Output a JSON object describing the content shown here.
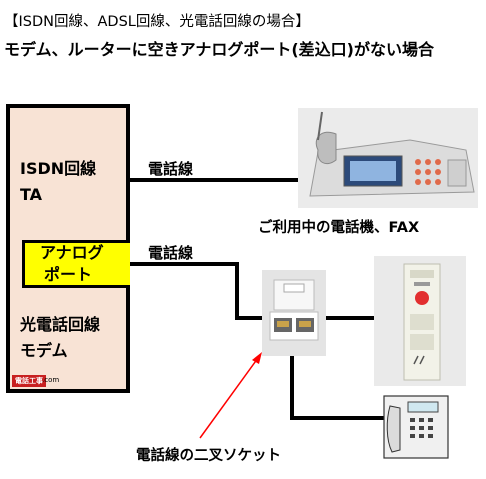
{
  "heading": "【ISDN回線、ADSL回線、光電話回線の場合】",
  "subtitle": "モデム、ルーターに空きアナログポート(差込口)がない場合",
  "device_box": {
    "line1": "ISDN回線",
    "line2": "TA",
    "analog_port_line1": "アナログ",
    "analog_port_line2": "ポート",
    "line3": "光電話回線",
    "line4": "モデム",
    "brand_badge": "電話工事",
    "brand_domain": ".com"
  },
  "connections": {
    "upper_label": "電話線",
    "lower_label": "電話線"
  },
  "captions": {
    "fax": "ご利用中の電話機、FAX",
    "splitter": "電話線の二叉ソケット"
  },
  "colors": {
    "device_fill": "#f8e3d5",
    "analog_port_fill": "#ffff00",
    "arrow": "#ff0000",
    "line": "#000000"
  },
  "icons": [
    "fax-machine-icon",
    "two-way-socket-icon",
    "intercom-panel-icon",
    "desk-phone-icon"
  ]
}
